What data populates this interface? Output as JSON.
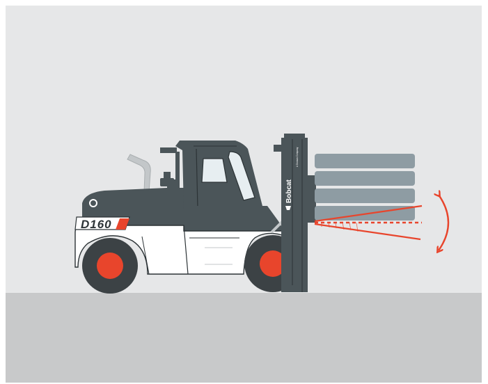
{
  "model_badge": {
    "text": "D160"
  },
  "mast_brand": {
    "text": "Bobcat",
    "tagline": "A Doosan Company"
  },
  "colors": {
    "background": "#e6e7e8",
    "ground": "#c8c9ca",
    "body_dark": "#4b5559",
    "body_white": "#ffffff",
    "outline": "#2c3336",
    "tire": "#3c4245",
    "hub": "#e8452c",
    "accent_red": "#e8452c",
    "load": "#8e9ca3",
    "glass": "#e7eef1",
    "exhaust": "#c3c7c9"
  },
  "load": {
    "layers": 4
  },
  "tilt_indicator": {
    "arrow_icon": "double-curved-arrow-icon"
  }
}
